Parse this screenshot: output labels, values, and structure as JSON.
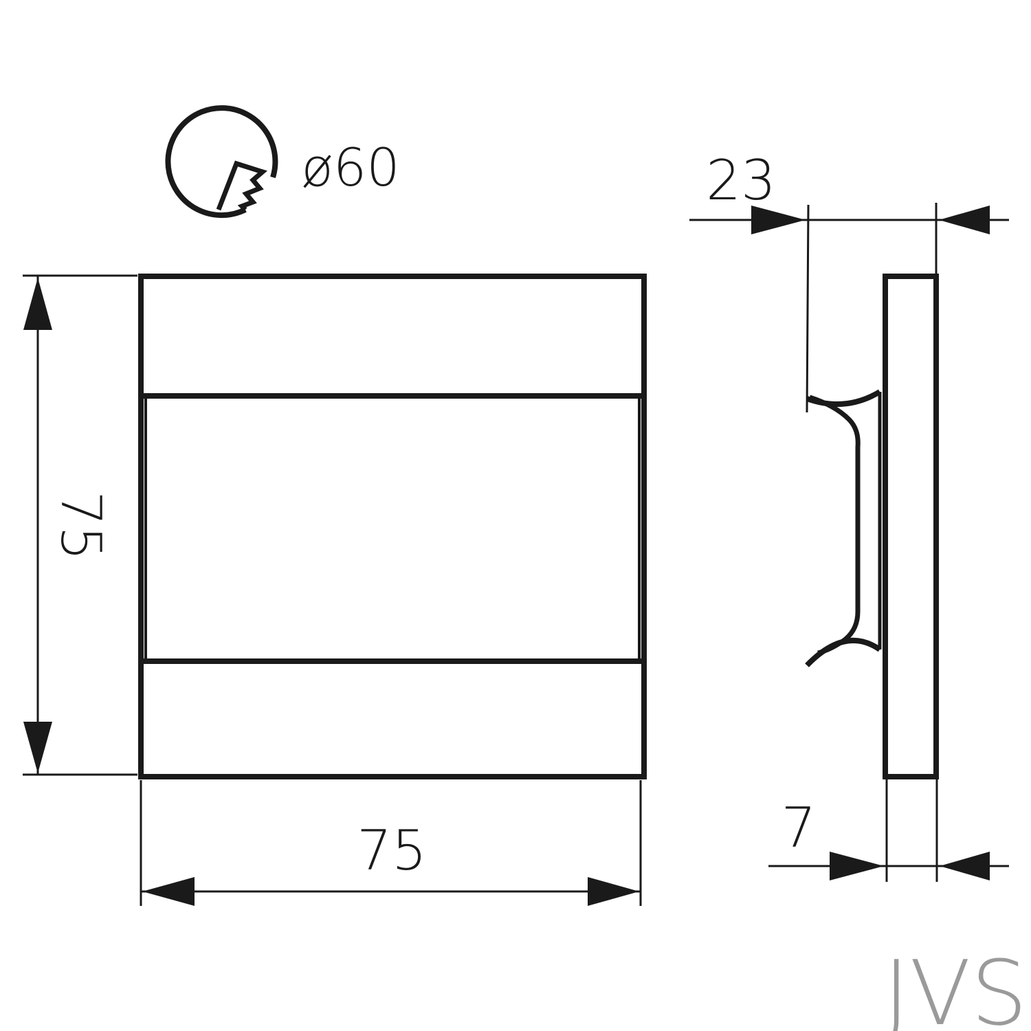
{
  "cutout": {
    "label": "ø60",
    "icon": "hole-saw-cutout-icon"
  },
  "front_view": {
    "height_label": "75",
    "width_label": "75"
  },
  "side_view": {
    "depth_label": "23",
    "thickness_label": "7"
  },
  "logo": "JVS",
  "colors": {
    "line": "#1a1a1a",
    "logo": "#9a9a9a"
  }
}
